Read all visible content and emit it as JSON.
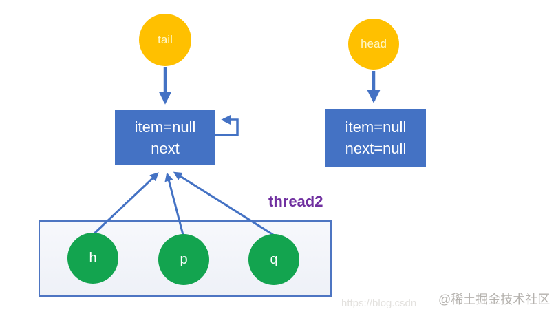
{
  "diagram": {
    "pointers": {
      "tail": {
        "label": "tail"
      },
      "head": {
        "label": "head"
      }
    },
    "nodes": {
      "sentinel": {
        "line1": "item=null",
        "line2": "next"
      },
      "head_node": {
        "line1": "item=null",
        "line2": "next=null"
      }
    },
    "thread_label": "thread2",
    "queue_items": [
      {
        "label": "h"
      },
      {
        "label": "p"
      },
      {
        "label": "q"
      }
    ],
    "edges": [
      "tail-to-sentinel",
      "head-to-head-node",
      "sentinel-next-self-loop",
      "h-to-sentinel",
      "p-to-sentinel",
      "q-to-sentinel"
    ]
  },
  "watermarks": {
    "csdn_url": "https://blog.csdn",
    "juejin": "@稀土掘金技术社区"
  },
  "colors": {
    "pointer_circle": "#FFC000",
    "node_box": "#4472C4",
    "arrow": "#4472C4",
    "item_circle": "#13A44F",
    "thread_label": "#7030A0",
    "container_border": "#4d75c2",
    "container_fill": "#f0f2f8",
    "watermark_gray": "#b5b2ae"
  }
}
